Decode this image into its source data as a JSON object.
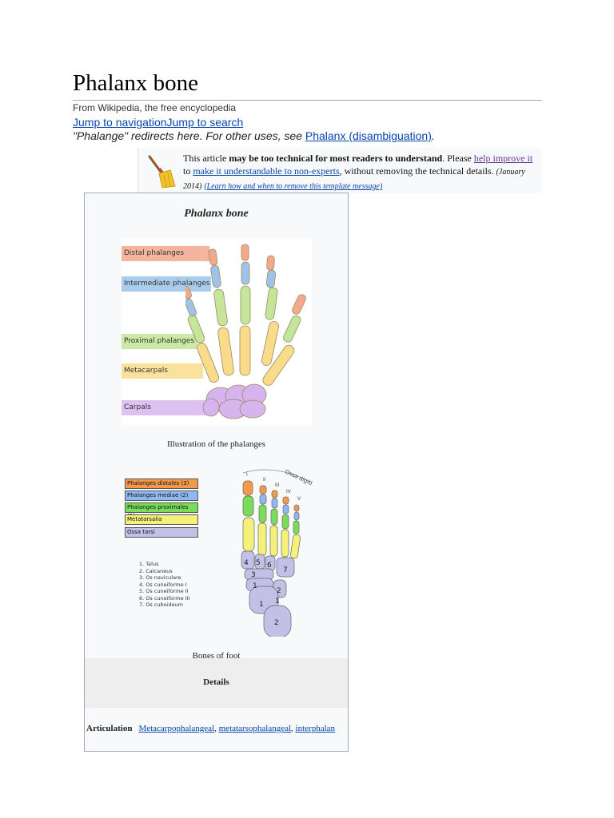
{
  "page": {
    "title": "Phalanx bone",
    "tagline": "From Wikipedia, the free encyclopedia",
    "jump_nav": "Jump to navigation",
    "jump_search": "Jump to search",
    "hatnote_prefix": "\"Phalange\" redirects here. For other uses, see ",
    "hatnote_link": "Phalanx (disambiguation)",
    "hatnote_suffix": "."
  },
  "ambox": {
    "icon": "broom-icon",
    "t1": "This article ",
    "bold": "may be too technical for most readers to understand",
    "t2": ". Please ",
    "link_help": "help improve it",
    "t3": " to ",
    "link_make": "make it understandable to non-experts",
    "t4": ", without removing the technical details. ",
    "date": "(January 2014)",
    "t5": " ",
    "link_learn": "(Learn how and when to remove this template message)"
  },
  "infobox": {
    "title": "Phalanx bone",
    "hand_labels": {
      "distal": "Distal phalanges",
      "intermediate": "Intermediate phalanges",
      "proximal": "Proximal phalanges",
      "metacarpals": "Metacarpals",
      "carpals": "Carpals"
    },
    "caption1": "Illustration of the phalanges",
    "foot_labels": {
      "distales": "Phalanges distales (3)",
      "mediae": "Phalanges mediae (2)",
      "proximales": "Phalanges proximales (1)",
      "metatarsalia": "Metatarsalia",
      "tarsi": "Ossa tarsi"
    },
    "foot_list": [
      "1. Talus",
      "2. Calcaneus",
      "3. Os naviculare",
      "4. Os cuneiforme I",
      "5. Os cuneiforme II",
      "6. Os cuneiforme III",
      "7. Os cuboideum"
    ],
    "foot_diagram": {
      "ossa_digiti": "Ossa digiti",
      "roman": [
        "I",
        "II",
        "III",
        "IV",
        "V"
      ],
      "bone_numbers": [
        "4",
        "5",
        "6",
        "7",
        "3",
        "1",
        "2",
        "1",
        "1",
        "2"
      ]
    },
    "caption2": "Bones of foot",
    "details": "Details",
    "articulation_label": "Articulation",
    "articulation_link1": "Metacarpophalangeal",
    "articulation_sep1": ", ",
    "articulation_link2": "metatarsophalangeal",
    "articulation_sep2": ", ",
    "articulation_link3": "interphalan"
  },
  "colors": {
    "link": "#0645ad",
    "visited": "#663399",
    "distal": "#f4a98c",
    "intermediate": "#9ec3e6",
    "proximal": "#c5e59a",
    "metacarpal": "#f9dc8a",
    "carpal": "#d7b4ee",
    "foot_distal": "#f29a4a",
    "foot_media": "#8fb8ee",
    "foot_proximal": "#7bdc5a",
    "foot_meta": "#f5f07a",
    "foot_tarsi": "#c2c0e6"
  }
}
